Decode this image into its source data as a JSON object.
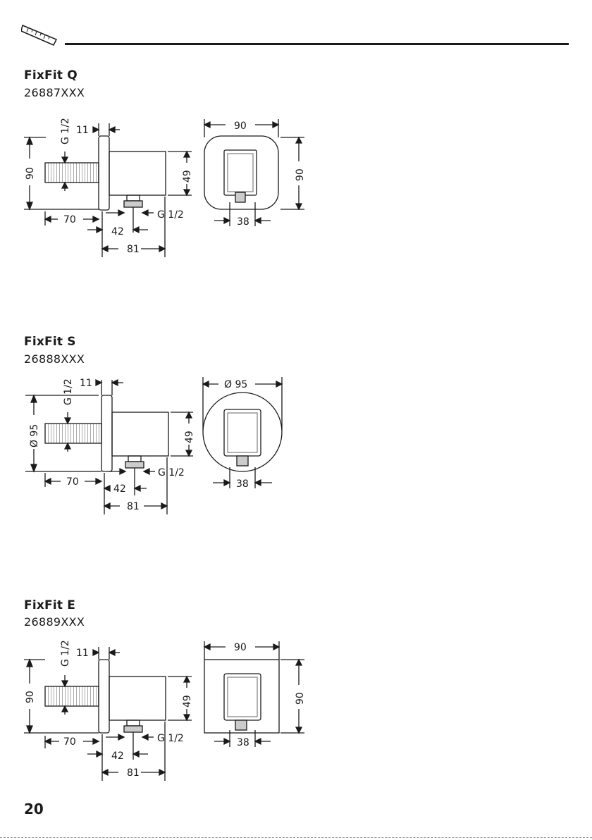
{
  "page_number": "20",
  "products": [
    {
      "name": "FixFit Q",
      "code": "26887XXX",
      "shape": "rounded-square",
      "dims": {
        "height": "90",
        "hose_thread": "G 1/2",
        "flange": "11",
        "body_height": "49",
        "pipe_length": "70",
        "outlet_offset": "42",
        "depth": "81",
        "outlet_thread": "G 1/2",
        "width": "90",
        "side_height": "90",
        "outlet_width": "38"
      }
    },
    {
      "name": "FixFit S",
      "code": "26888XXX",
      "shape": "round",
      "dims": {
        "height": "Ø 95",
        "hose_thread": "G 1/2",
        "flange": "11",
        "body_height": "49",
        "pipe_length": "70",
        "outlet_offset": "42",
        "depth": "81",
        "outlet_thread": "G 1/2",
        "width": "Ø 95",
        "outlet_width": "38"
      }
    },
    {
      "name": "FixFit E",
      "code": "26889XXX",
      "shape": "square",
      "dims": {
        "height": "90",
        "hose_thread": "G 1/2",
        "flange": "11",
        "body_height": "49",
        "pipe_length": "70",
        "outlet_offset": "42",
        "depth": "81",
        "outlet_thread": "G 1/2",
        "width": "90",
        "side_height": "90",
        "outlet_width": "38"
      }
    }
  ]
}
